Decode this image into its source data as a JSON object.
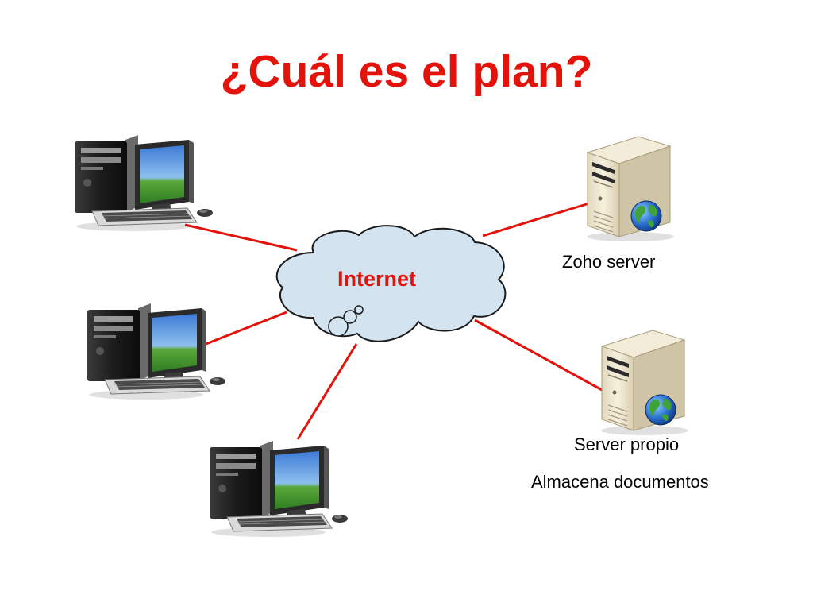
{
  "title": "¿Cuál es el plan?",
  "cloud": {
    "label": "Internet",
    "icon": "cloud-icon"
  },
  "workstations": [
    {
      "icon": "desktop-computer-icon"
    },
    {
      "icon": "desktop-computer-icon"
    },
    {
      "icon": "desktop-computer-icon"
    }
  ],
  "servers": [
    {
      "icon": "server-tower-icon",
      "labels": [
        "Zoho server"
      ]
    },
    {
      "icon": "server-tower-icon",
      "labels": [
        "Server propio",
        "Almacena documentos"
      ]
    }
  ],
  "colors": {
    "title": "#e3120b",
    "connector": "#e3120b",
    "cloud_fill": "#d3e3ef",
    "cloud_stroke": "#1a1a1a"
  }
}
